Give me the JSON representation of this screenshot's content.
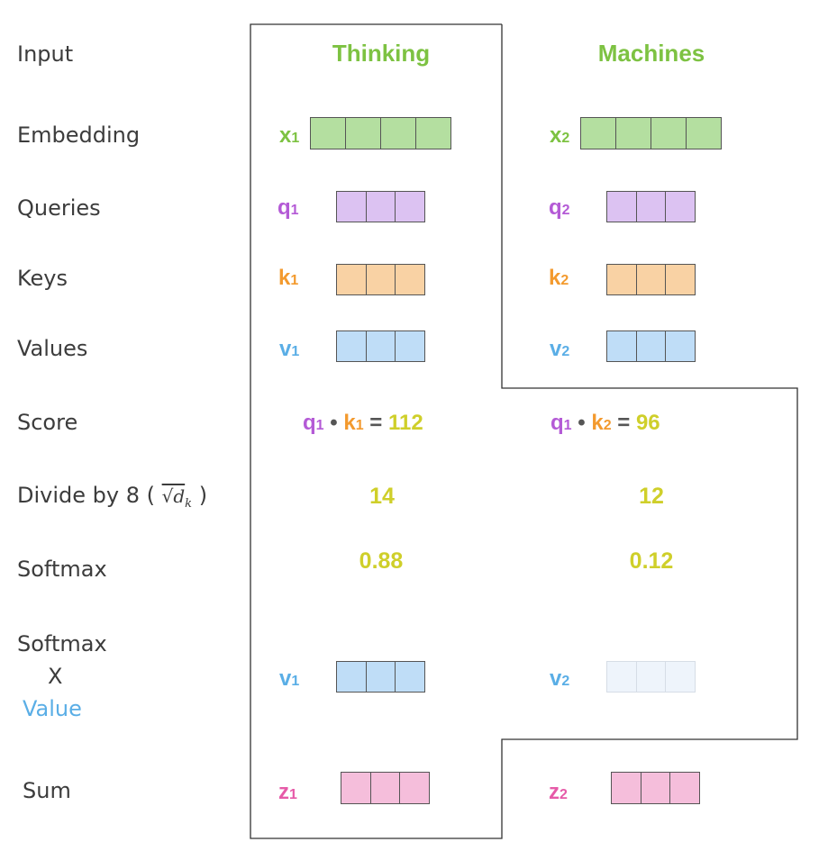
{
  "colors": {
    "green": "#7dc242",
    "purple": "#b45ad6",
    "orange": "#f39a2e",
    "blue": "#5aaee6",
    "pink": "#e65aa8",
    "yellow": "#cfcf2a",
    "embed_fill": "#b4dfa0",
    "query_fill": "#dcc2f2",
    "key_fill": "#f9d2a4",
    "value_fill": "#bfddf7",
    "value_faint_fill": "#eef4fb",
    "sum_fill": "#f5bedb",
    "label_text": "#3c3c3c",
    "dot_text": "#555555"
  },
  "row_labels": {
    "input": "Input",
    "embedding": "Embedding",
    "queries": "Queries",
    "keys": "Keys",
    "values": "Values",
    "score": "Score",
    "divide_prefix": "Divide by 8 (",
    "divide_math": "√d",
    "divide_math_sub": "k",
    "divide_suffix": ")",
    "softmax": "Softmax",
    "softmax_x_value_line1": "Softmax",
    "softmax_x_value_line2": "X",
    "softmax_x_value_line3": "Value",
    "sum": "Sum"
  },
  "words": {
    "word1": "Thinking",
    "word2": "Machines"
  },
  "vector_labels": {
    "x": "x",
    "q": "q",
    "k": "k",
    "v": "v",
    "z": "z",
    "sub1": "1",
    "sub2": "2"
  },
  "score": {
    "dot": "•",
    "equals": "=",
    "score1": "112",
    "score2": "96"
  },
  "divided": {
    "d1": "14",
    "d2": "12"
  },
  "softmax": {
    "s1": "0.88",
    "s2": "0.12"
  }
}
